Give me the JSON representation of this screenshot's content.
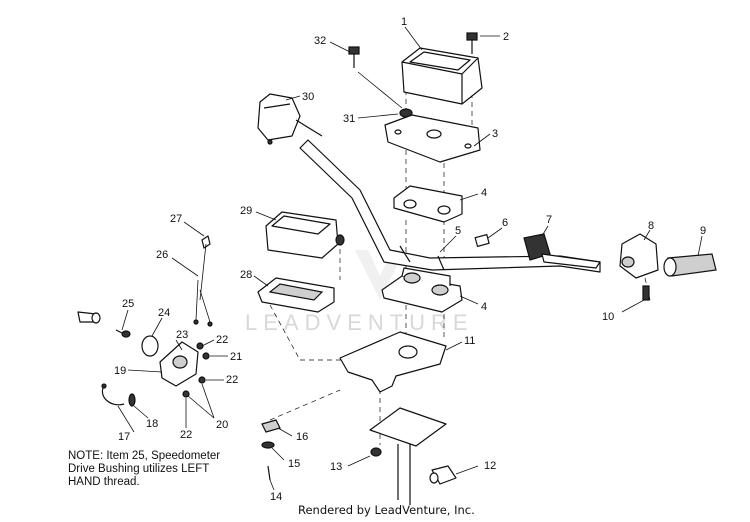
{
  "callouts": [
    "1",
    "2",
    "3",
    "4",
    "4",
    "5",
    "6",
    "7",
    "8",
    "9",
    "10",
    "11",
    "12",
    "13",
    "14",
    "15",
    "16",
    "17",
    "18",
    "19",
    "20",
    "21",
    "22",
    "22",
    "22",
    "23",
    "24",
    "25",
    "26",
    "27",
    "28",
    "29",
    "30",
    "31",
    "32"
  ],
  "note": {
    "line1": "NOTE: Item 25, Speedometer",
    "line2": "Drive Bushing utilizes LEFT",
    "line3": "HAND thread."
  },
  "watermark": "LEADVENTURE",
  "footer": "Rendered by LeadVenture, Inc."
}
